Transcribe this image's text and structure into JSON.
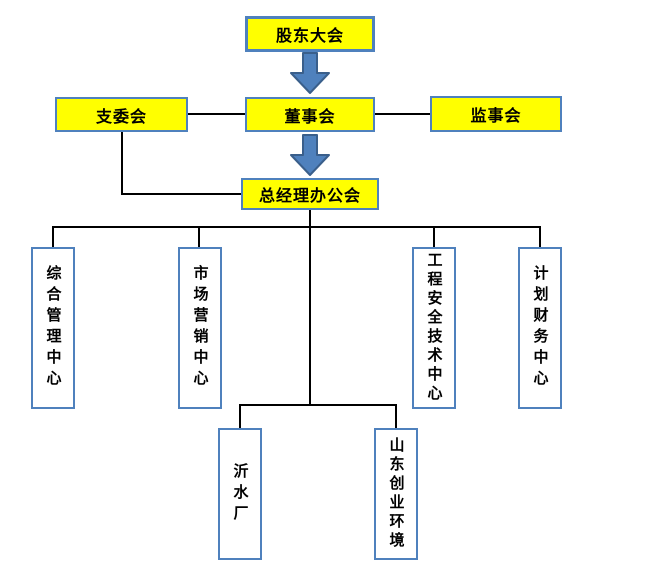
{
  "diagram": {
    "type": "org-chart",
    "colors": {
      "node_fill_yellow": "#FFFF00",
      "node_fill_white": "#FFFFFF",
      "node_border_blue": "#4F81BD",
      "arrow_fill": "#4F81BD",
      "arrow_stroke": "#3A5F8B",
      "connector_line": "#000000",
      "text": "#000000"
    },
    "nodes": {
      "shareholders": {
        "label": "股东大会"
      },
      "branch_committee": {
        "label": "支委会"
      },
      "board": {
        "label": "董事会"
      },
      "supervisory": {
        "label": "监事会"
      },
      "gm_office": {
        "label": "总经理办公会"
      },
      "general_mgmt_center": {
        "label": "综合管理中心"
      },
      "marketing_center": {
        "label": "市场营销中心"
      },
      "engineering_safety_center": {
        "label": "工程安全技术中心"
      },
      "planning_finance_center": {
        "label": "计划财务中心"
      },
      "yishui_plant": {
        "label": "沂水厂"
      },
      "shandong_chuangye": {
        "label": "山东创业环境"
      }
    },
    "edges": [
      {
        "from": "股东大会",
        "to": "董事会",
        "style": "block-arrow"
      },
      {
        "from": "支委会",
        "to": "董事会",
        "style": "line"
      },
      {
        "from": "董事会",
        "to": "监事会",
        "style": "line"
      },
      {
        "from": "董事会",
        "to": "总经理办公会",
        "style": "block-arrow"
      },
      {
        "from": "支委会",
        "to": "总经理办公会",
        "style": "line"
      },
      {
        "from": "总经理办公会",
        "to": "综合管理中心",
        "style": "line"
      },
      {
        "from": "总经理办公会",
        "to": "市场营销中心",
        "style": "line"
      },
      {
        "from": "总经理办公会",
        "to": "工程安全技术中心",
        "style": "line"
      },
      {
        "from": "总经理办公会",
        "to": "计划财务中心",
        "style": "line"
      },
      {
        "from": "总经理办公会",
        "to": "沂水厂",
        "style": "line"
      },
      {
        "from": "总经理办公会",
        "to": "山东创业环境",
        "style": "line"
      }
    ]
  }
}
